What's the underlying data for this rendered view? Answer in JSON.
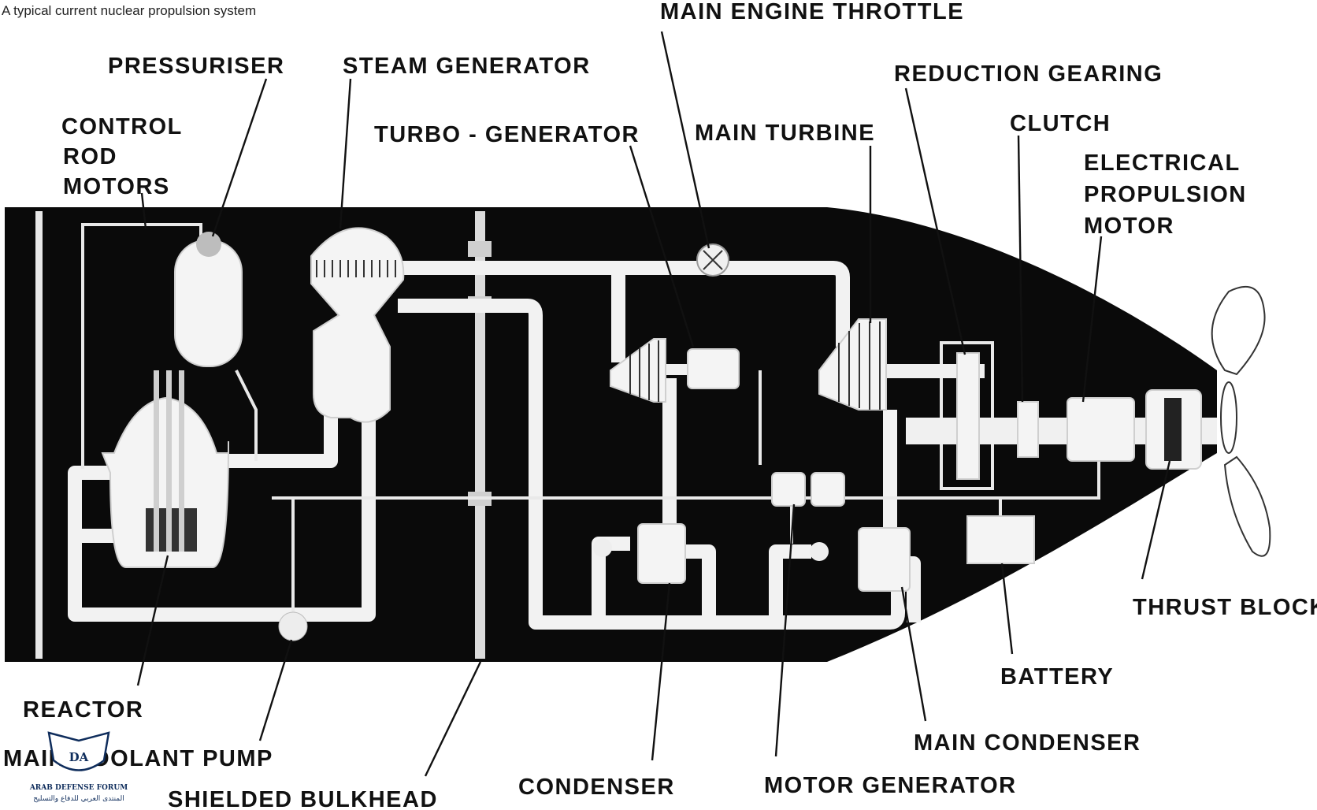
{
  "caption": "A typical current nuclear propulsion system",
  "labels": {
    "pressuriser": "PRESSURISER",
    "steam_generator": "STEAM GENERATOR",
    "main_engine_throttle": "MAIN ENGINE THROTTLE",
    "reduction_gearing": "REDUCTION GEARING",
    "control_rod_motors": [
      "CONTROL",
      "ROD",
      "MOTORS"
    ],
    "turbo_generator": "TURBO - GENERATOR",
    "main_turbine": "MAIN TURBINE",
    "clutch": "CLUTCH",
    "electrical_propulsion_motor": [
      "ELECTRICAL",
      "PROPULSION",
      "MOTOR"
    ],
    "thrust_block": "THRUST BLOCK",
    "battery": "BATTERY",
    "main_condenser": "MAIN CONDENSER",
    "reactor": "REACTOR",
    "main_coolant_pump": "MAIN COOLANT PUMP",
    "shielded_bulkhead": "SHIELDED BULKHEAD",
    "condenser": "CONDENSER",
    "motor_generator": "MOTOR GENERATOR"
  },
  "watermark": {
    "initials": "DA",
    "name": "ARAB DEFENSE FORUM",
    "arabic": "المنتدى العربي للدفاع والتسليح"
  },
  "colors": {
    "hull": "#0a0a0a",
    "pipe": "#f2f2f2",
    "text": "#111111",
    "watermark": "#0f2d5c"
  }
}
